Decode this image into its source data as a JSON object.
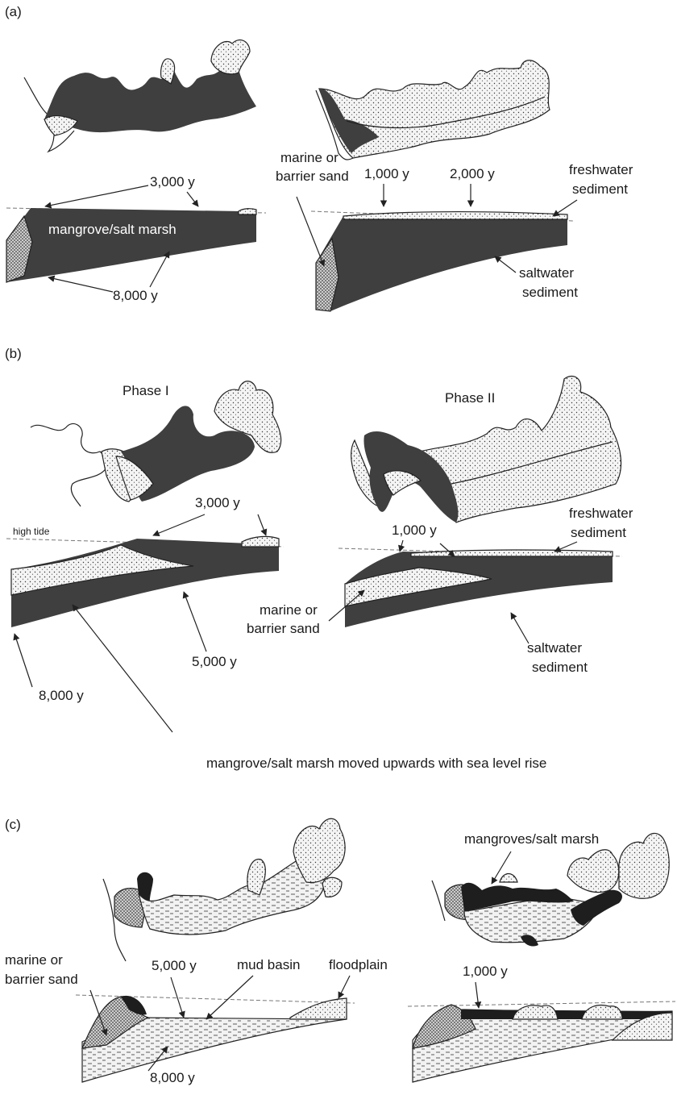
{
  "panels": {
    "a": {
      "letter": "(a)",
      "labels": {
        "y3000": "3,000 y",
        "mangrove": "mangrove/salt marsh",
        "y8000": "8,000 y",
        "marine_sand": [
          "marine or",
          "barrier sand"
        ],
        "y1000": "1,000 y",
        "y2000": "2,000 y",
        "freshwater": [
          "freshwater",
          "sediment"
        ],
        "saltwater": [
          "saltwater",
          "sediment"
        ]
      }
    },
    "b": {
      "letter": "(b)",
      "labels": {
        "phase1": "Phase I",
        "phase2": "Phase II",
        "y3000": "3,000 y",
        "high_tide": "high tide",
        "y5000": "5,000 y",
        "y8000": "8,000 y",
        "y1000": "1,000 y",
        "freshwater": [
          "freshwater",
          "sediment"
        ],
        "marine_sand": [
          "marine or",
          "barrier sand"
        ],
        "saltwater": [
          "saltwater",
          "sediment"
        ],
        "caption": "mangrove/salt marsh moved upwards with sea level rise"
      }
    },
    "c": {
      "letter": "(c)",
      "labels": {
        "mangroves": "mangroves/salt marsh",
        "marine_sand": [
          "marine or",
          "barrier sand"
        ],
        "y5000": "5,000 y",
        "mud_basin": "mud basin",
        "floodplain": "floodplain",
        "y1000": "1,000 y",
        "y8000": "8,000 y"
      }
    }
  },
  "colors": {
    "mangrove_fill": "#3f3f3f",
    "black_fill": "#1e1e1e"
  }
}
